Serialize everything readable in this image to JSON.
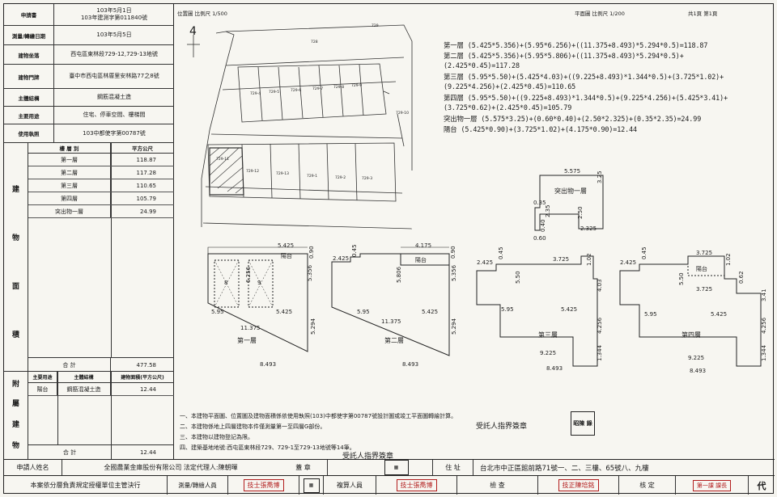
{
  "left_table": {
    "rows": [
      {
        "key": "申請書",
        "value_lines": [
          "103年5月1日",
          "103年建測字第011840號"
        ]
      },
      {
        "key": "測量/轉繪日期",
        "value_lines": [
          "103年5月5日"
        ]
      },
      {
        "key": "建物坐落",
        "value_lines": [
          "西屯區東林段729-12,729-13地號"
        ]
      },
      {
        "key": "建物門牌",
        "value_lines": [
          "臺中市西屯區林厝里安林路77之8號"
        ]
      },
      {
        "key": "主體結構",
        "value_lines": [
          "鋼筋混凝土造"
        ]
      },
      {
        "key": "主要用途",
        "value_lines": [
          "住宅、停車空間、樓梯間"
        ]
      },
      {
        "key": "使用執照",
        "value_lines": [
          "103中都使字第00787號"
        ]
      }
    ],
    "area_side_chars": [
      "建",
      "物",
      "面",
      "積"
    ],
    "area_header": {
      "floor": "樓 層 別",
      "sqm": "平方公尺"
    },
    "area_rows": [
      {
        "floor": "第一層",
        "sqm": "118.87"
      },
      {
        "floor": "第二層",
        "sqm": "117.28"
      },
      {
        "floor": "第三層",
        "sqm": "110.65"
      },
      {
        "floor": "第四層",
        "sqm": "105.79"
      },
      {
        "floor": "突出物一層",
        "sqm": "24.99"
      }
    ],
    "area_total_label": "合 計",
    "area_total_value": "477.58",
    "attached_side_chars": [
      "附",
      "屬",
      "建",
      "物"
    ],
    "attached_header": {
      "use": "主要用途",
      "structure": "主體結構",
      "area": "建物面積(平方公尺)"
    },
    "attached_rows": [
      {
        "use": "陽台",
        "structure": "鋼筋混凝土造",
        "area": "12.44"
      }
    ],
    "attached_total_label": "合 計",
    "attached_total_value": "12.44"
  },
  "site": {
    "header": "位置圖 比例尺 1/500",
    "north": "4"
  },
  "plan": {
    "header": "平面圖 比例尺 1/200",
    "pages": "共1頁 第1頁"
  },
  "formulas": [
    "第一層 (5.425*5.356)+(5.95*6.256)+((11.375+8.493)*5.294*0.5)=118.87",
    "第二層 (5.425*5.356)+(5.95*5.806)+((11.375+8.493)*5.294*0.5)+",
    "        (2.425*0.45)=117.28",
    "第三層 (5.95*5.50)+(5.425*4.03)+((9.225+8.493)*1.344*0.5)+(3.725*1.02)+",
    "        (9.225*4.256)+(2.425*0.45)=110.65",
    "第四層 (5.95*5.50)+((9.225+8.493)*1.344*0.5)+(9.225*4.256)+(5.425*3.41)+",
    "        (3.725*0.62)+(2.425*0.45)=105.79",
    "突出物一層 (5.575*3.25)+(0.60*0.40)+(2.50*2.325)+(0.35*2.35)=24.99",
    "陽台 (5.425*0.90)+(3.725*1.02)+(4.175*0.90)=12.44"
  ],
  "roof": {
    "title": "突出物一層",
    "dims": [
      "5.575",
      "3.25",
      "0.35",
      "2.35",
      "0.40",
      "0.60",
      "2.50",
      "2.325"
    ]
  },
  "floors": [
    {
      "title": "第一層",
      "dims": [
        "5.425",
        "陽台",
        "0.90",
        "8",
        "6.256",
        "9",
        "5.356",
        "5.95",
        "5.425",
        "11.375",
        "5.294",
        "8.493"
      ]
    },
    {
      "title": "第二層",
      "dims": [
        "4.175",
        "陽台",
        "0.90",
        "2.425",
        "0.45",
        "5.806",
        "5.356",
        "5.95",
        "5.425",
        "11.375",
        "5.294",
        "8.493"
      ]
    },
    {
      "title": "第三層",
      "dims": [
        "2.425",
        "0.45",
        "3.725",
        "1.02",
        "5.50",
        "4.03",
        "5.95",
        "5.425",
        "9.225",
        "4.256",
        "1.344",
        "8.493"
      ]
    },
    {
      "title": "第四層",
      "dims": [
        "2.425",
        "0.45",
        "3.725",
        "陽台",
        "1.02",
        "5.50",
        "3.725",
        "0.62",
        "3.41",
        "5.95",
        "5.425",
        "9.225",
        "4.256",
        "1.344",
        "8.493"
      ]
    }
  ],
  "notes": [
    "一、本建物平面圖、位置圖及建物面積係依使用執照(103)中都使字第00787號設計圖或竣工平面圖轉繪計算。",
    "二、本建物係地上四層建物本件僅測量第一至四層G部份。",
    "三、本建物以建物登記為限。",
    "四、建築基地地號:西屯區東林段729、729-1至729-13地號等14筆。"
  ],
  "signatures": {
    "delegate_sign": "受託人指界簽章",
    "delegate_seal": "昭陳 錄",
    "applicant_sign": "受託人指界簽章"
  },
  "bottom_row1": {
    "applicant_label": "申請人姓名",
    "applicant_value": "全國農業金庫股份有限公司 法定代理人:陳朝暉",
    "seal_label": "蓋 章",
    "address_label": "住 址",
    "address_value": "台北市中正區館前路71號一、二、三樓、65號八、九樓"
  },
  "bottom_row2": {
    "statement": "本案依分層負責規定授權單位主管決行",
    "surveyor_label": "測量/轉繪人員",
    "surveyor_stamp": "技士張喬博",
    "checker_label": "複算人員",
    "checker_stamp": "技士張喬博",
    "inspect_label": "檢 查",
    "inspect_stamp": "技正陳培銘",
    "approve_label": "核 定",
    "approve_stamp": "第一課 課長",
    "proxy": "代"
  }
}
